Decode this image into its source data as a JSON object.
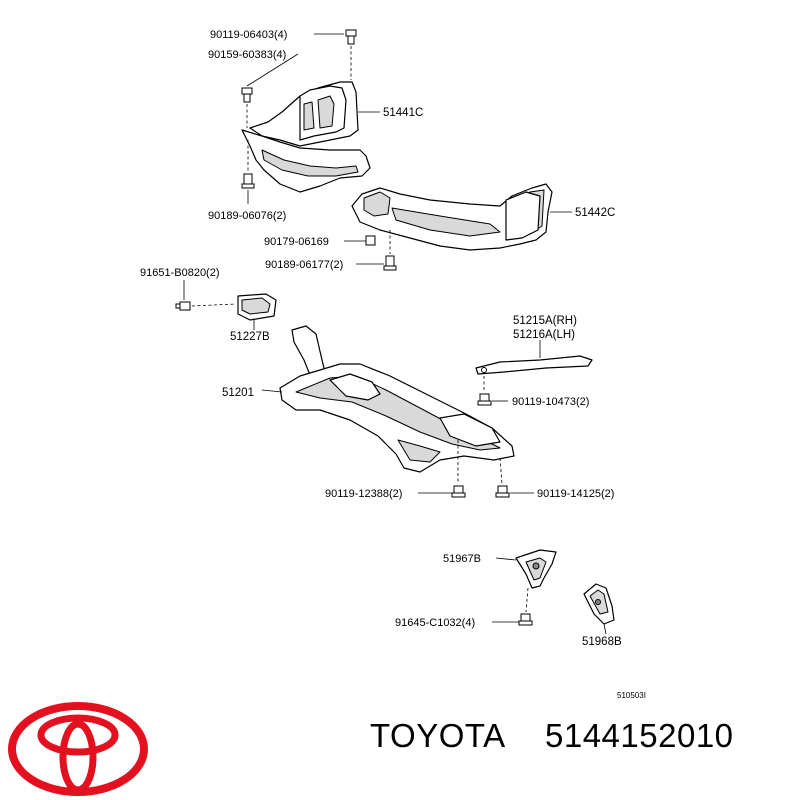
{
  "labels": {
    "l1": "90119-06403(4)",
    "l2": "90159-60383(4)",
    "l3": "51441C",
    "l4": "90189-06076(2)",
    "l5": "51442C",
    "l6": "90179-06169",
    "l7": "90189-06177(2)",
    "l8": "91651-B0820(2)",
    "l9": "51227B",
    "l10": "51215A(RH)",
    "l11": "51216A(LH)",
    "l12": "51201",
    "l13": "90119-10473(2)",
    "l14": "90119-12388(2)",
    "l15": "90119-14125(2)",
    "l16": "51967B",
    "l17": "91645-C1032(4)",
    "l18": "51968B",
    "l19": "510503I"
  },
  "footer": {
    "brand": "TOYOTA",
    "part_number": "5144152010"
  },
  "colors": {
    "logo": "#e3101f",
    "line": "#000000"
  },
  "icons": {
    "logo": "toyota-logo-icon"
  }
}
